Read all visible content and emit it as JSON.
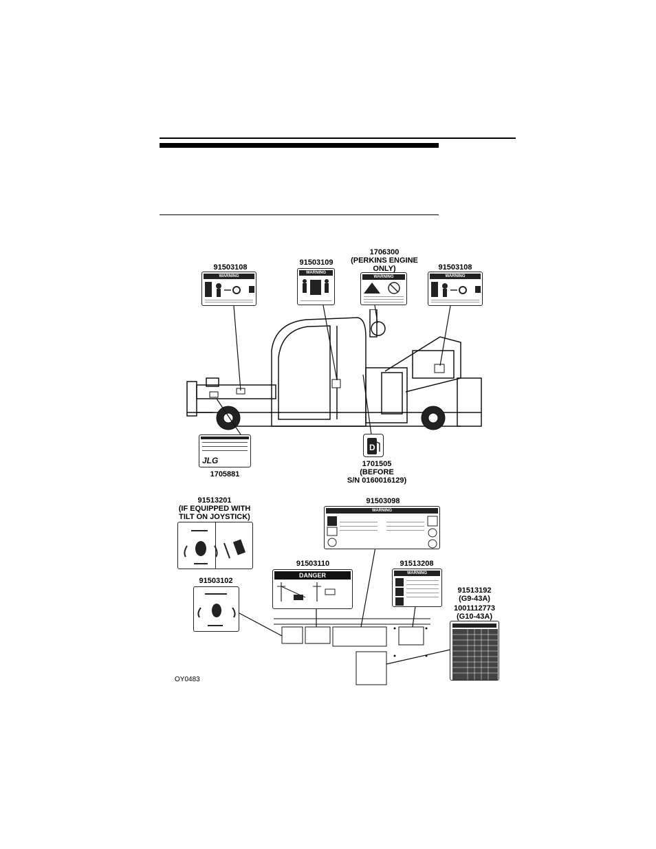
{
  "labels": {
    "l1": "91503108",
    "l2": "91503109",
    "l3": "1706300\n(PERKINS ENGINE\nONLY)",
    "l4": "91503108",
    "l5": "1705881",
    "l6": "1701505\n(BEFORE\nS/N 0160016129)",
    "l7": "91513201\n(IF EQUIPPED WITH\nTILT ON JOYSTICK)",
    "l8": "91503098",
    "l9": "91503110",
    "l10": "91513208",
    "l11": "91503102",
    "l12": "91513192\n(G9-43A)",
    "l13": "1001112773\n(G10-43A)",
    "fig": "OY0483"
  },
  "decal_headers": {
    "warning": "WARNING",
    "danger": "DANGER"
  },
  "fuel_letter": "D"
}
